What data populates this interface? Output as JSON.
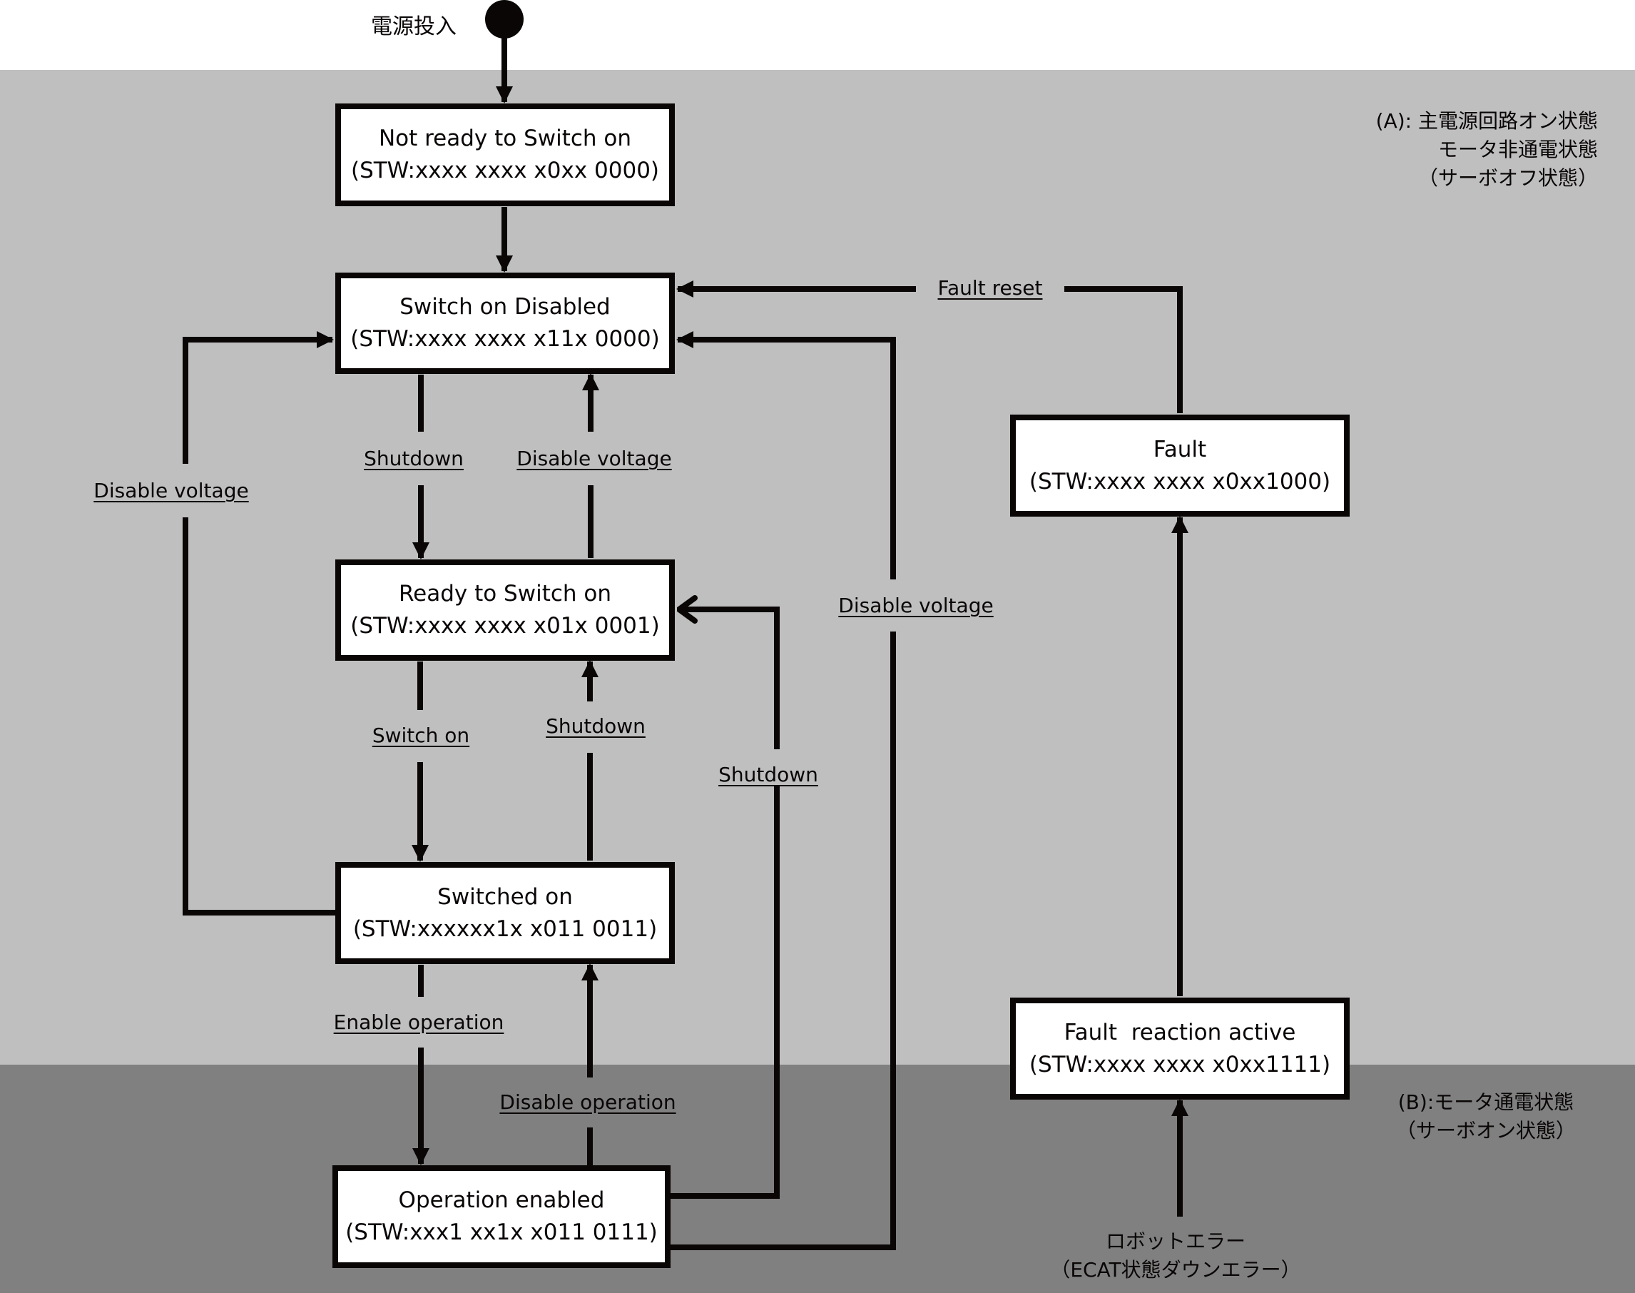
{
  "diagram": {
    "type": "state-machine",
    "title_start": "電源投入",
    "zones": {
      "a": {
        "label": "(A): 主電源回路オン状態\nモータ非通電状態\n（サーボオフ状態）",
        "color": "#bfbfbf"
      },
      "b": {
        "label": "(B):モータ通電状態\n（サーボオン状態）",
        "color": "#808080"
      }
    },
    "states": {
      "not_ready": {
        "name": "Not ready to Switch on",
        "stw": "(STW:xxxx xxxx x0xx 0000)"
      },
      "switch_on_disabled": {
        "name": "Switch on Disabled",
        "stw": "(STW:xxxx xxxx x11x 0000)"
      },
      "ready": {
        "name": "Ready to Switch on",
        "stw": "(STW:xxxx xxxx x01x 0001)"
      },
      "switched_on": {
        "name": "Switched on",
        "stw": "(STW:xxxxxx1x x011 0011)"
      },
      "operation_enabled": {
        "name": "Operation enabled",
        "stw": "(STW:xxx1 xx1x x011 0111)"
      },
      "fault": {
        "name": "Fault",
        "stw": "(STW:xxxx xxxx x0xx1000)"
      },
      "fault_reaction": {
        "name": "Fault  reaction active",
        "stw": "(STW:xxxx xxxx x0xx1111)"
      }
    },
    "transitions": {
      "shutdown_1": "Shutdown",
      "disable_voltage_1": "Disable voltage",
      "disable_voltage_left": "Disable voltage",
      "switch_on": "Switch on",
      "shutdown_2": "Shutdown",
      "shutdown_3": "Shutdown",
      "disable_voltage_right": "Disable voltage",
      "enable_operation": "Enable operation",
      "disable_operation": "Disable operation",
      "fault_reset": "Fault reset"
    },
    "trigger": "ロボットエラー\n（ECAT状態ダウンエラー）",
    "colors": {
      "line": "#0a0606",
      "box_fill": "#ffffff"
    }
  }
}
